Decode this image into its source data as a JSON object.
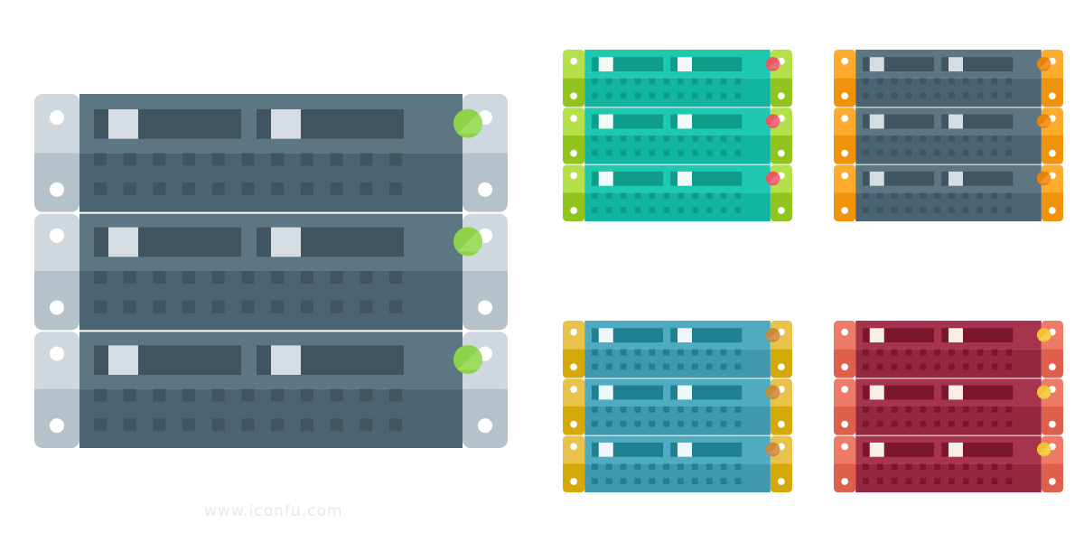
{
  "site": {
    "watermark": "iconfu",
    "url": "www.iconfu.com"
  },
  "icons": [
    {
      "id": "large-dark",
      "colors": {
        "ear_top": "#cfd8de",
        "ear_bottom": "#b5c2ca",
        "screw": "#ffffff",
        "body_top": "#5c7684",
        "body_bottom": "#4b6473",
        "slot": "#3f5561",
        "light": "#d5dde2",
        "led": "#8cd24a",
        "led_shine": "#b5e67a",
        "dot": "#3f5561"
      }
    },
    {
      "id": "small-teal",
      "colors": {
        "ear_top": "#b5e04a",
        "ear_bottom": "#92c41e",
        "screw": "#ffffff",
        "body_top": "#1fc9b1",
        "body_bottom": "#12b5a0",
        "slot": "#0f9c8a",
        "light": "#f2faf8",
        "led": "#e85a63",
        "led_shine": "#f08a90",
        "dot": "#0f9c8a"
      }
    },
    {
      "id": "small-orange",
      "colors": {
        "ear_top": "#ffac2e",
        "ear_bottom": "#f0920a",
        "screw": "#ffffff",
        "body_top": "#5c7684",
        "body_bottom": "#4b6473",
        "slot": "#3f5561",
        "light": "#d5dde2",
        "led": "#e8820a",
        "led_shine": "#f5a84a",
        "dot": "#3f5561"
      }
    },
    {
      "id": "small-blue",
      "colors": {
        "ear_top": "#e8c24a",
        "ear_bottom": "#d6a90a",
        "screw": "#ffffff",
        "body_top": "#4fabc0",
        "body_bottom": "#3f98ad",
        "slot": "#1f7f93",
        "light": "#eef7fa",
        "led": "#c98a3a",
        "led_shine": "#dca66a",
        "dot": "#1f7f93"
      }
    },
    {
      "id": "small-red",
      "colors": {
        "ear_top": "#ee7a68",
        "ear_bottom": "#de5f4c",
        "screw": "#ffffff",
        "body_top": "#a8334f",
        "body_bottom": "#952840",
        "slot": "#7a1630",
        "light": "#f7efe5",
        "led": "#f0c232",
        "led_shine": "#f7da72",
        "dot": "#7a1630"
      }
    }
  ]
}
